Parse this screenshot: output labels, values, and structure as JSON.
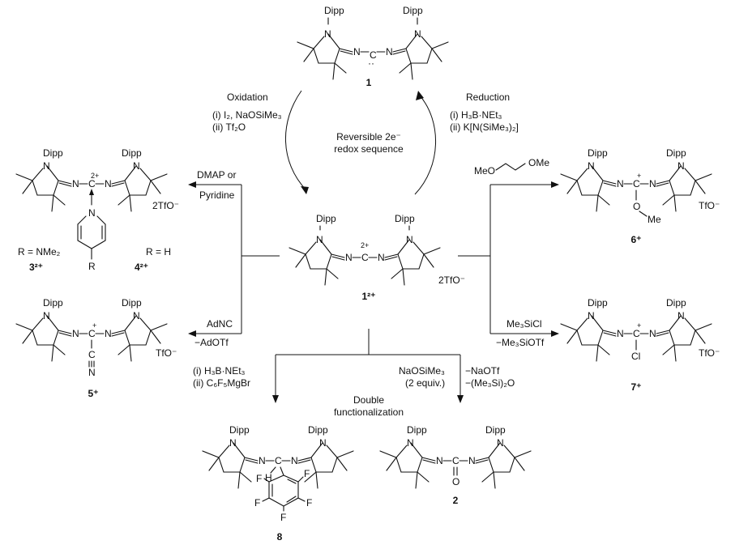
{
  "reagents": {
    "oxidation_title": "Oxidation",
    "oxidation_1": "(i) I₂, NaOSiMe₃",
    "oxidation_2": "(ii) Tf₂O",
    "reduction_title": "Reduction",
    "reduction_1": "(i) H₃B·NEt₃",
    "reduction_2": "(ii) K[N(SiMe₃)₂]",
    "center_1": "Reversible 2e⁻",
    "center_2": "redox sequence",
    "dmap_1": "DMAP or",
    "dmap_2": "Pyridine",
    "adnc_1": "AdNC",
    "adnc_2": "−AdOTf",
    "dme": "MeO       OMe",
    "me3sicl": "Me₃SiCl",
    "me3siotf": "−Me₃SiOTf",
    "c6f5_1": "(i) H₃B·NEt₃",
    "c6f5_2": "(ii) C₆F₅MgBr",
    "naosi_1": "NaOSiMe₃",
    "naosi_2": "(2 equiv.)",
    "naotf_1": "−NaOTf",
    "naotf_2": "−(Me₃Si)₂O",
    "double_1": "Double",
    "double_2": "functionalization"
  },
  "compounds": {
    "c1": "1",
    "c1_2plus": "1²⁺",
    "c3": "3²⁺",
    "c4": "4²⁺",
    "c5": "5⁺",
    "c6": "6⁺",
    "c7": "7⁺",
    "c8": "8",
    "c2": "2"
  },
  "structure_text": {
    "dipp": "Dipp",
    "n": "N",
    "c": "C",
    "o": "O",
    "f": "F",
    "h": "H",
    "cl": "Cl",
    "me": "Me",
    "r": "R",
    "r_nme2": "R = NMe₂",
    "r_h": "R = H",
    "two_plus": "2+",
    "plus": "+",
    "lone_pair": "··",
    "tfo": "TfO⁻",
    "two_tfo": "2TfO⁻",
    "cn_triple": "C≡N"
  }
}
